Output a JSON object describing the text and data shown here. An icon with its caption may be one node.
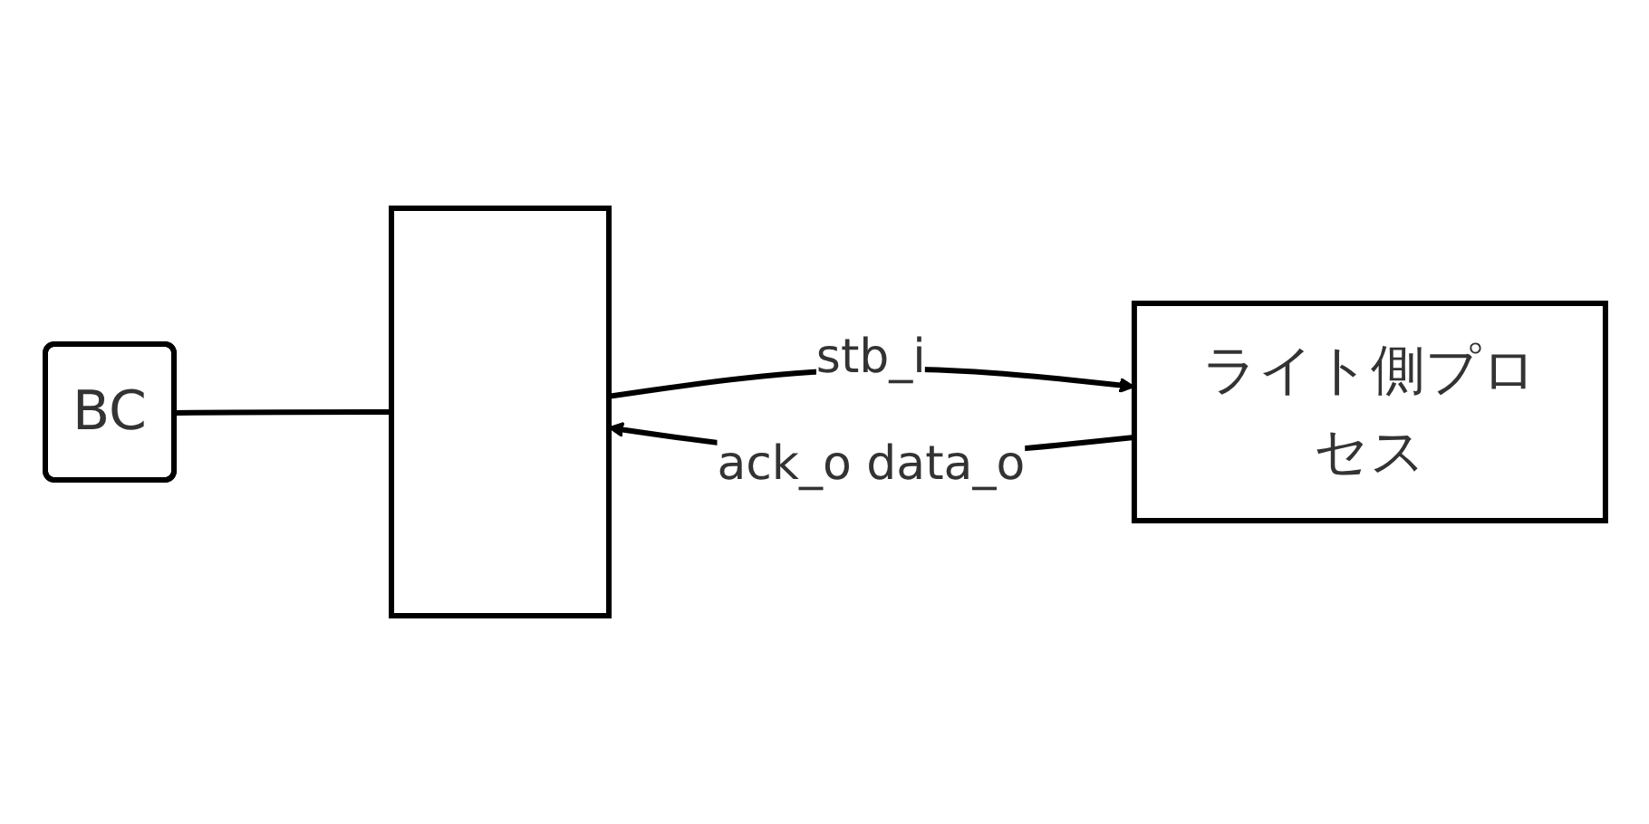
{
  "diagram": {
    "nodes": [
      {
        "text": [
          "BC"
        ]
      },
      {
        "text": [],
        "shape": "bar"
      },
      {
        "text": [
          "ライト側プロセス"
        ]
      }
    ],
    "edges": [
      {
        "from": 0,
        "to": 1,
        "arrow": "none"
      },
      {
        "from": 1,
        "to": 2,
        "arrow": "to",
        "label": "stb_i"
      },
      {
        "from": 2,
        "to": 1,
        "arrow": "to",
        "label": "ack_o data_o"
      }
    ]
  }
}
